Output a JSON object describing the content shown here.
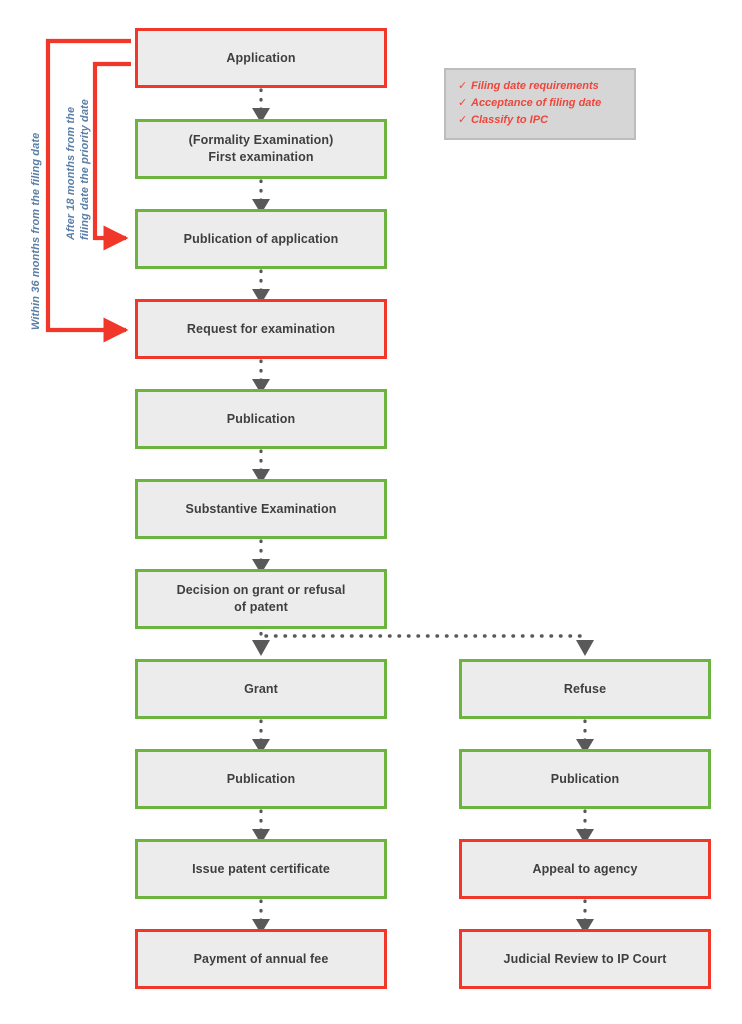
{
  "diagram": {
    "title": "Patent application procedure flowchart",
    "colors": {
      "red_border": "#f0372a",
      "green_border": "#6cb33f",
      "node_fill": "#ececec",
      "node_text": "#3f3f3f",
      "connector": "#595959",
      "side_label_text": "#5b7fa6",
      "legend_text": "#f0453a",
      "legend_fill": "#d6d6d6",
      "legend_border": "#bdbdbd"
    },
    "main_column": [
      {
        "id": "application",
        "label": "Application",
        "border": "red"
      },
      {
        "id": "first-examination",
        "label": "(Formality Examination)\nFirst examination",
        "border": "green"
      },
      {
        "id": "publication-of-application",
        "label": "Publication of application",
        "border": "green"
      },
      {
        "id": "request-for-examination",
        "label": "Request for examination",
        "border": "red"
      },
      {
        "id": "publication",
        "label": "Publication",
        "border": "green"
      },
      {
        "id": "substantive-examination",
        "label": "Substantive Examination",
        "border": "green"
      },
      {
        "id": "decision-on-grant-or-refusal",
        "label": "Decision on grant or refusal\nof patent",
        "border": "green"
      }
    ],
    "grant_branch": [
      {
        "id": "grant",
        "label": "Grant",
        "border": "green"
      },
      {
        "id": "grant-publication",
        "label": "Publication",
        "border": "green"
      },
      {
        "id": "issue-patent-certificate",
        "label": "Issue patent certificate",
        "border": "green"
      },
      {
        "id": "payment-of-annual-fee",
        "label": "Payment of annual fee",
        "border": "red"
      }
    ],
    "refuse_branch": [
      {
        "id": "refuse",
        "label": "Refuse",
        "border": "green"
      },
      {
        "id": "refuse-publication",
        "label": "Publication",
        "border": "green"
      },
      {
        "id": "appeal-to-agency",
        "label": "Appeal to agency",
        "border": "red"
      },
      {
        "id": "judicial-review",
        "label": "Judicial Review to IP Court",
        "border": "red"
      }
    ],
    "side_labels": [
      {
        "id": "within-36-months",
        "text": "Within 36 months from the filing date"
      },
      {
        "id": "after-18-months",
        "text": "After 18 months from the\nfiling date the priority date"
      }
    ],
    "legend": {
      "check_glyph": "✓",
      "items": [
        "Filing date requirements",
        "Acceptance of filing date",
        "Classify to IPC"
      ]
    }
  }
}
